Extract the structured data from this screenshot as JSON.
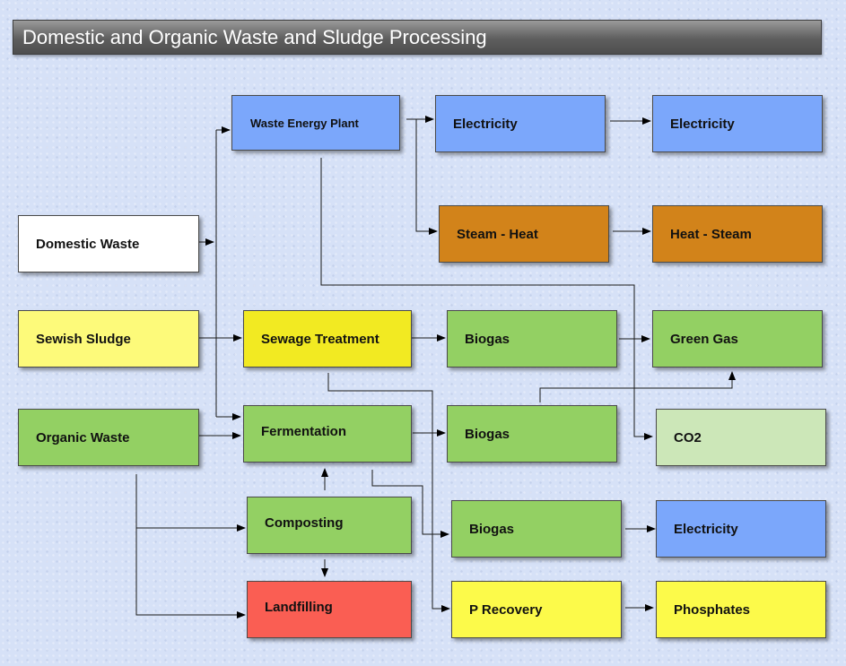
{
  "title": "Domestic and Organic Waste and Sludge Processing",
  "colors": {
    "blue": "#7ba7fb",
    "orange": "#d2831a",
    "white": "#ffffff",
    "yellow_light": "#fdfa7a",
    "yellow": "#f2ea22",
    "green": "#93d063",
    "green_light": "#cce7b8",
    "red": "#fa5e53",
    "yellow_bright": "#fcfa4a"
  },
  "nodes": {
    "waste_energy_plant": "Waste Energy Plant",
    "electricity_1": "Electricity",
    "electricity_2": "Electricity",
    "steam_heat": "Steam - Heat",
    "heat_steam": "Heat - Steam",
    "domestic_waste": "Domestic Waste",
    "sewish_sludge": "Sewish Sludge",
    "sewage_treatment": "Sewage Treatment",
    "biogas_1": "Biogas",
    "green_gas": "Green Gas",
    "organic_waste": "Organic Waste",
    "fermentation": "Fermentation",
    "biogas_2": "Biogas",
    "co2": "CO2",
    "composting": "Composting",
    "biogas_3": "Biogas",
    "electricity_3": "Electricity",
    "landfilling": "Landfilling",
    "p_recovery": "P Recovery",
    "phosphates": "Phosphates"
  }
}
